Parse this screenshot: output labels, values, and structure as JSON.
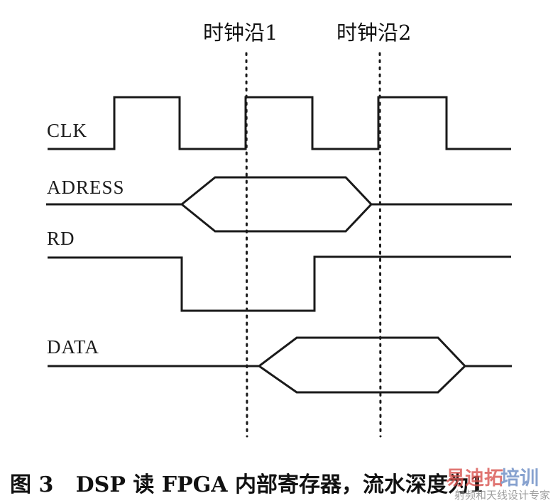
{
  "title": "时序图",
  "edge_markers": [
    {
      "label": "时钟沿1"
    },
    {
      "label": "时钟沿2"
    }
  ],
  "signals": [
    {
      "name": "CLK",
      "type": "clock"
    },
    {
      "name": "ADRESS",
      "type": "bus"
    },
    {
      "name": "RD",
      "type": "digital"
    },
    {
      "name": "DATA",
      "type": "bus"
    }
  ],
  "caption": "图 3   DSP 读 FPGA 内部寄存器，流水深度为1",
  "watermark": {
    "main_red": "易迪拓",
    "main_blue": "培训",
    "sub": "射频和天线设计专家",
    "red_color": "#d9534f",
    "blue_color": "#6a8bc4"
  }
}
